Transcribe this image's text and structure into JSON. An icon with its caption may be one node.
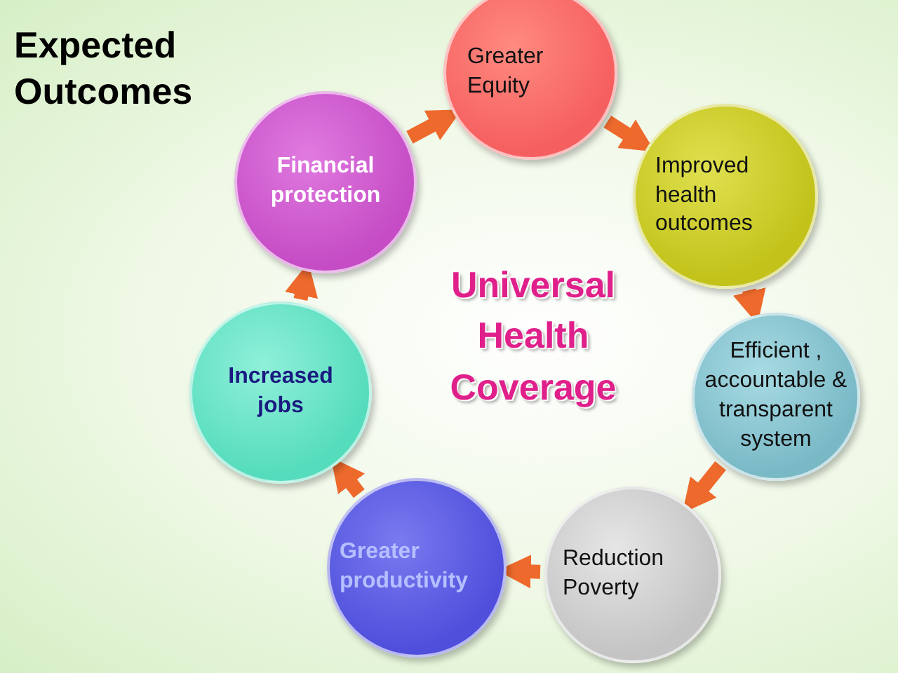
{
  "diagram": {
    "title": "Expected Outcomes",
    "nodes": [
      {
        "text": [
          "Greater Equity"
        ]
      },
      {
        "text": [
          "Improved health outcomes"
        ]
      },
      {
        "text": [
          "Efficient , accountable & transparent system"
        ]
      },
      {
        "text": [
          "Reduction Poverty"
        ]
      },
      {
        "text": [
          "Greater productivity"
        ]
      },
      {
        "text": [
          "Increased jobs"
        ]
      },
      {
        "text": [
          "Financial protection"
        ]
      }
    ],
    "edges": [
      {
        "from": 0,
        "to": 1,
        "arrow": "to"
      },
      {
        "from": 1,
        "to": 2,
        "arrow": "to"
      },
      {
        "from": 2,
        "to": 3,
        "arrow": "to"
      },
      {
        "from": 3,
        "to": 4,
        "arrow": "to"
      },
      {
        "from": 4,
        "to": 5,
        "arrow": "to"
      },
      {
        "from": 5,
        "to": 6,
        "arrow": "to"
      },
      {
        "from": 6,
        "to": 0,
        "arrow": "to"
      }
    ],
    "labels": [
      "Universal Health Coverage"
    ]
  }
}
